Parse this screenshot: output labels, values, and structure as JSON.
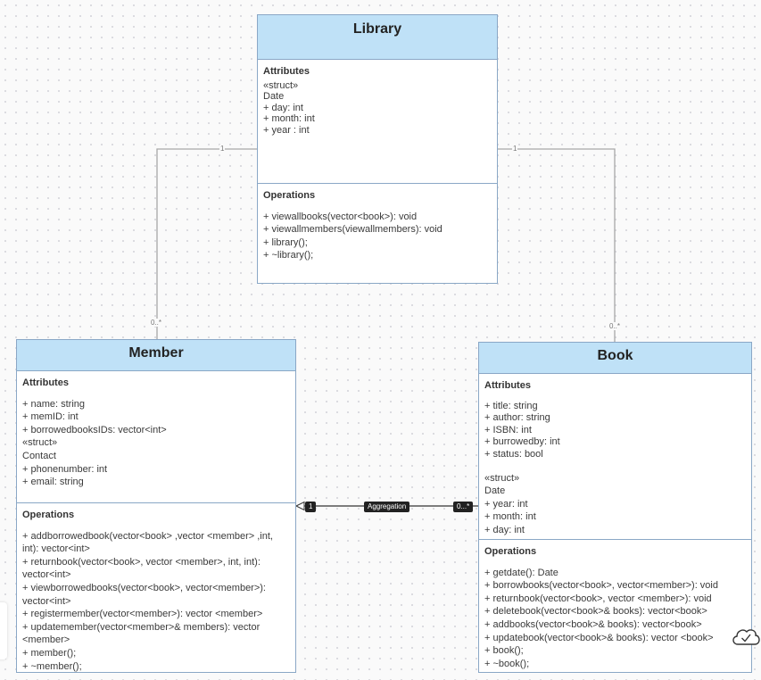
{
  "library": {
    "title": "Library",
    "attributes_title": "Attributes",
    "attributes": [
      "«struct»",
      "Date",
      "+ day: int",
      "+ month: int",
      "+ year : int"
    ],
    "operations_title": "Operations",
    "operations": [
      "+ viewallbooks(vector<book>): void",
      "+ viewallmembers(viewallmembers): void",
      "+ library();",
      "+ ~library();"
    ]
  },
  "member": {
    "title": "Member",
    "attributes_title": "Attributes",
    "attributes": [
      "+ name: string",
      "+ memID: int",
      "+ borrowedbooksIDs: vector<int>",
      "«struct»",
      "Contact",
      "+ phonenumber: int",
      "+ email: string"
    ],
    "operations_title": "Operations",
    "operations": [
      "+ addborrowedbook(vector<book> ,vector <member> ,int,",
      "int): vector<int>",
      "+ returnbook(vector<book>, vector <member>, int, int):",
      "vector<int>",
      "+ viewborrowedbooks(vector<book>, vector<member>):",
      "vector<int>",
      "+ registermember(vector<member>): vector <member>",
      "+ updatemember(vector<member>& members): vector",
      "<member>",
      "+ member();",
      "+ ~member();"
    ]
  },
  "book": {
    "title": "Book",
    "attributes_title": "Attributes",
    "attributes": [
      "+ title: string",
      "+ author: string",
      "+ ISBN: int",
      "+ burrowedby: int",
      "+ status: bool"
    ],
    "struct_lines": [
      "«struct»",
      "Date",
      "+ year: int",
      "+ month: int",
      "+ day: int"
    ],
    "operations_title": "Operations",
    "operations": [
      "+ getdate(): Date",
      "+ borrowbooks(vector<book>, vector<member>): void",
      "+ returnbook(vector<book>, vector <member>): void",
      "+ deletebook(vector<book>& books): vector<book>",
      "+ addbooks(vector<book>& books): vector<book>",
      "+ updatebook(vector<book>& books): vector <book>",
      "+ book();",
      "+ ~book();"
    ]
  },
  "relations": {
    "library_member": {
      "library_end": "1",
      "member_end": "0..*"
    },
    "library_book": {
      "library_end": "1",
      "book_end": "0..*"
    },
    "member_book": {
      "label": "Aggregation",
      "member_end": "1",
      "book_end": "0...*"
    }
  },
  "icons": {
    "cloud": "cloud-check-icon"
  }
}
